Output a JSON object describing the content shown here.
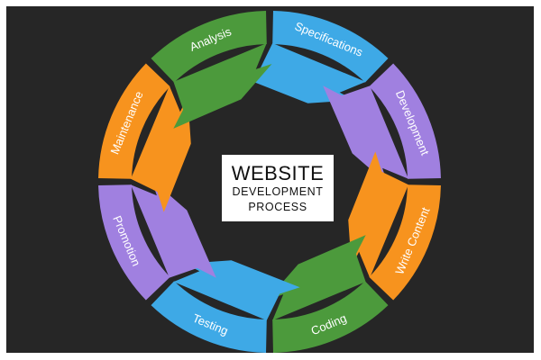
{
  "center": {
    "title": "WEBSITE",
    "subtitle_line1": "DEVELOPMENT",
    "subtitle_line2": "PROCESS"
  },
  "stages": [
    {
      "label": "Specifications",
      "color": "#3ea9e6"
    },
    {
      "label": "Development",
      "color": "#a080e0"
    },
    {
      "label": "Write Content",
      "color": "#f7931e"
    },
    {
      "label": "Coding",
      "color": "#4c9a3c"
    },
    {
      "label": "Testing",
      "color": "#3ea9e6"
    },
    {
      "label": "Promotion",
      "color": "#a080e0"
    },
    {
      "label": "Maintenance",
      "color": "#f7931e"
    },
    {
      "label": "Analysis",
      "color": "#4c9a3c"
    }
  ],
  "colors": {
    "background": "#262626",
    "page": "#ffffff"
  }
}
